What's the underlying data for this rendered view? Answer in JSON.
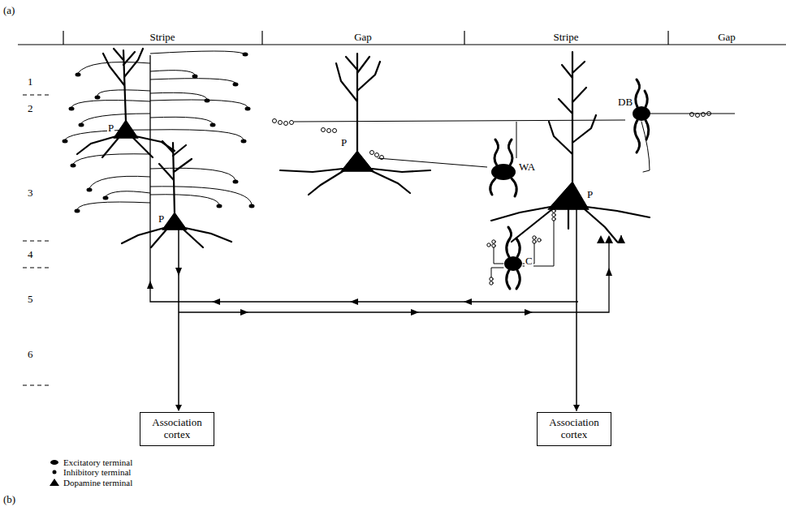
{
  "diagram": {
    "nodes": [
      {
        "text": [
          "Association cortex"
        ]
      },
      {
        "text": [
          "Association cortex"
        ]
      }
    ],
    "labels": [
      "(a)",
      "Stripe",
      "Gap",
      "Stripe",
      "Gap",
      "1",
      "2",
      "3",
      "4",
      "5",
      "6",
      "P",
      "P",
      "P",
      "WA",
      "DB",
      "P",
      "C",
      "(b)"
    ],
    "legend": [
      {
        "text": "Excitatory terminal"
      },
      {
        "text": "Inhibitory terminal"
      },
      {
        "text": "Dopamine terminal"
      }
    ]
  }
}
